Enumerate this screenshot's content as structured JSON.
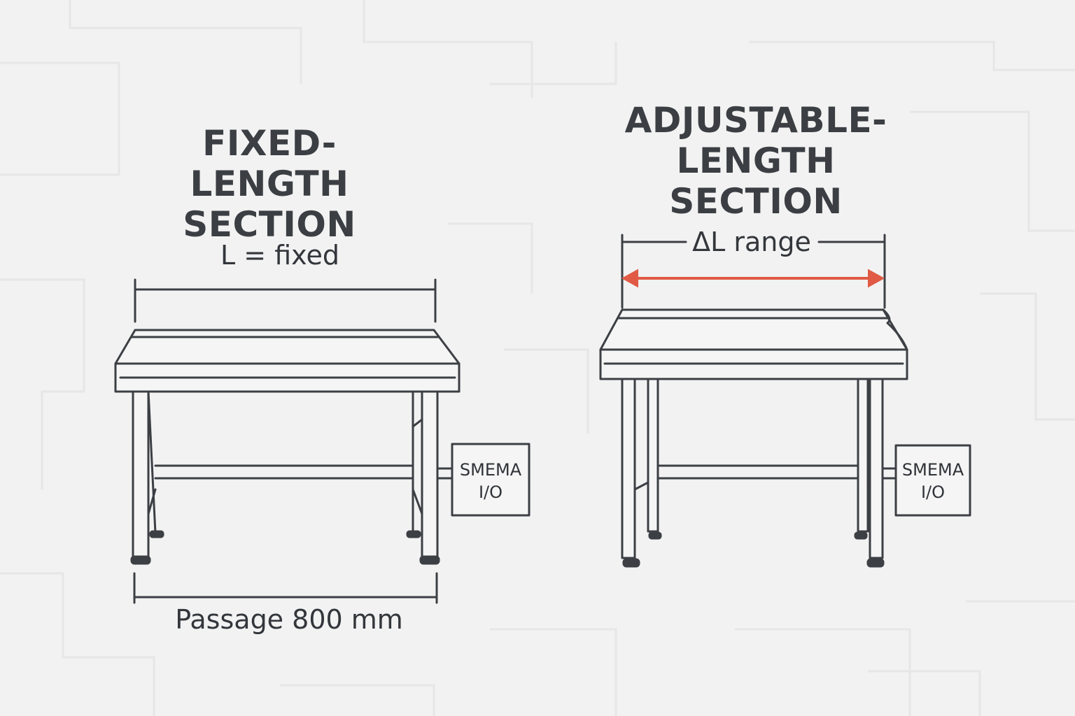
{
  "colors": {
    "background": "#f2f2f2",
    "line": "#3c3f44",
    "accent_arrow": "#e05a45"
  },
  "left_section": {
    "title_line1": "FIXED-LENGTH",
    "title_line2": "SECTION",
    "length_label": "L = fixed",
    "passage_label": "Passage 800 mm",
    "io_box": {
      "line1": "SMEMA",
      "line2": "I/O"
    }
  },
  "right_section": {
    "title_line1": "ADJUSTABLE-",
    "title_line2": "LENGTH SECTION",
    "range_label": "ΔL range",
    "io_box": {
      "line1": "SMEMA",
      "line2": "I/O"
    }
  }
}
